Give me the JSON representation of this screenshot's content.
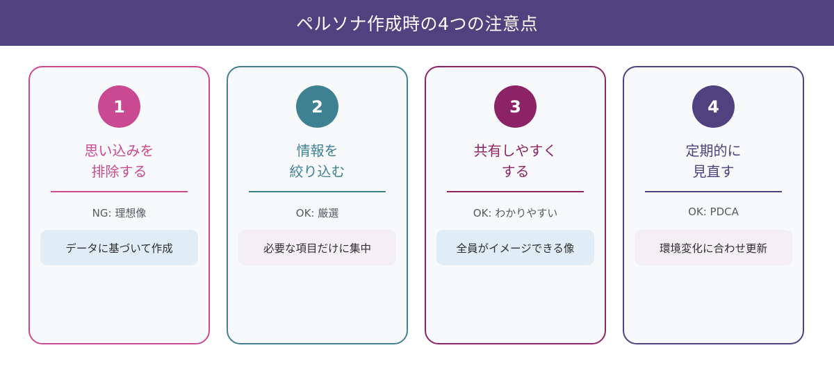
{
  "header": {
    "title": "ペルソナ作成時の4つの注意点",
    "background": "#50417f"
  },
  "cards": [
    {
      "number": "1",
      "accent": "#c94a92",
      "title_lines": [
        "思い込みを",
        "排除する"
      ],
      "subtitle": "NG: 理想像",
      "note": "データに基づいて作成",
      "note_bg": "#e1edf6"
    },
    {
      "number": "2",
      "accent": "#3e8192",
      "title_lines": [
        "情報を",
        "絞り込む"
      ],
      "subtitle": "OK: 厳選",
      "note": "必要な項目だけに集中",
      "note_bg": "#f4eff5"
    },
    {
      "number": "3",
      "accent": "#8c2366",
      "title_lines": [
        "共有しやすく",
        "する"
      ],
      "subtitle": "OK: わかりやすい",
      "note": "全員がイメージできる像",
      "note_bg": "#e1edf6"
    },
    {
      "number": "4",
      "accent": "#50417f",
      "title_lines": [
        "定期的に",
        "見直す"
      ],
      "subtitle": "OK: PDCA",
      "note": "環境変化に合わせ更新",
      "note_bg": "#f4eff5"
    }
  ]
}
